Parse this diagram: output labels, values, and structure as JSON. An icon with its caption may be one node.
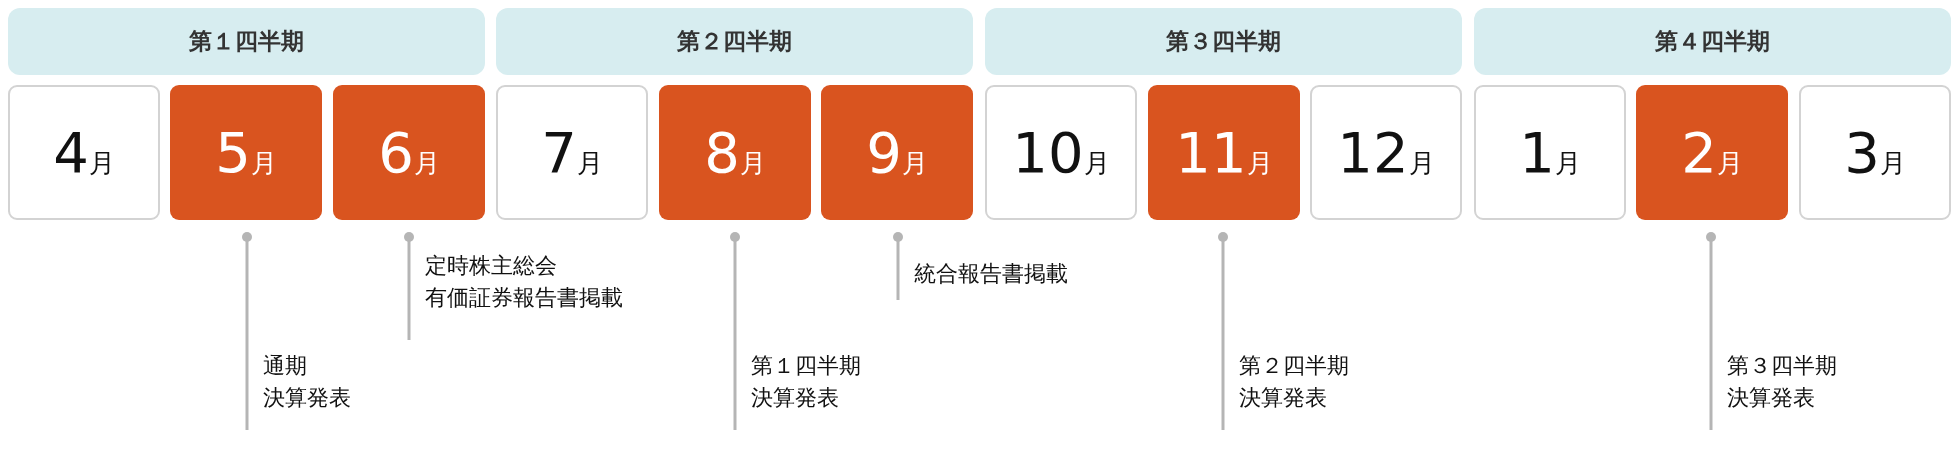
{
  "diagram": {
    "nodes": [
      {
        "text": [
          "第１四半期"
        ]
      },
      {
        "text": [
          "第２四半期"
        ]
      },
      {
        "text": [
          "第３四半期"
        ]
      },
      {
        "text": [
          "第４四半期"
        ]
      },
      {
        "text": [
          "4月"
        ]
      },
      {
        "text": [
          "5月"
        ]
      },
      {
        "text": [
          "6月"
        ]
      },
      {
        "text": [
          "7月"
        ]
      },
      {
        "text": [
          "8月"
        ]
      },
      {
        "text": [
          "9月"
        ]
      },
      {
        "text": [
          "10月"
        ]
      },
      {
        "text": [
          "11月"
        ]
      },
      {
        "text": [
          "12月"
        ]
      },
      {
        "text": [
          "1月"
        ]
      },
      {
        "text": [
          "2月"
        ]
      },
      {
        "text": [
          "3月"
        ]
      },
      {
        "text": [
          "通期",
          "決算発表"
        ]
      },
      {
        "text": [
          "定時株主総会",
          "有価証券報告書掲載"
        ]
      },
      {
        "text": [
          "第１四半期",
          "決算発表"
        ]
      },
      {
        "text": [
          "統合報告書掲載"
        ]
      },
      {
        "text": [
          "第２四半期",
          "決算発表"
        ]
      },
      {
        "text": [
          "第３四半期",
          "決算発表"
        ]
      }
    ],
    "edges": [
      {
        "from": 16,
        "to": 5,
        "arrow": "other"
      },
      {
        "from": 17,
        "to": 6,
        "arrow": "other"
      },
      {
        "from": 18,
        "to": 8,
        "arrow": "other"
      },
      {
        "from": 19,
        "to": 9,
        "arrow": "other"
      },
      {
        "from": 20,
        "to": 11,
        "arrow": "other"
      },
      {
        "from": 21,
        "to": 14,
        "arrow": "other"
      }
    ]
  }
}
